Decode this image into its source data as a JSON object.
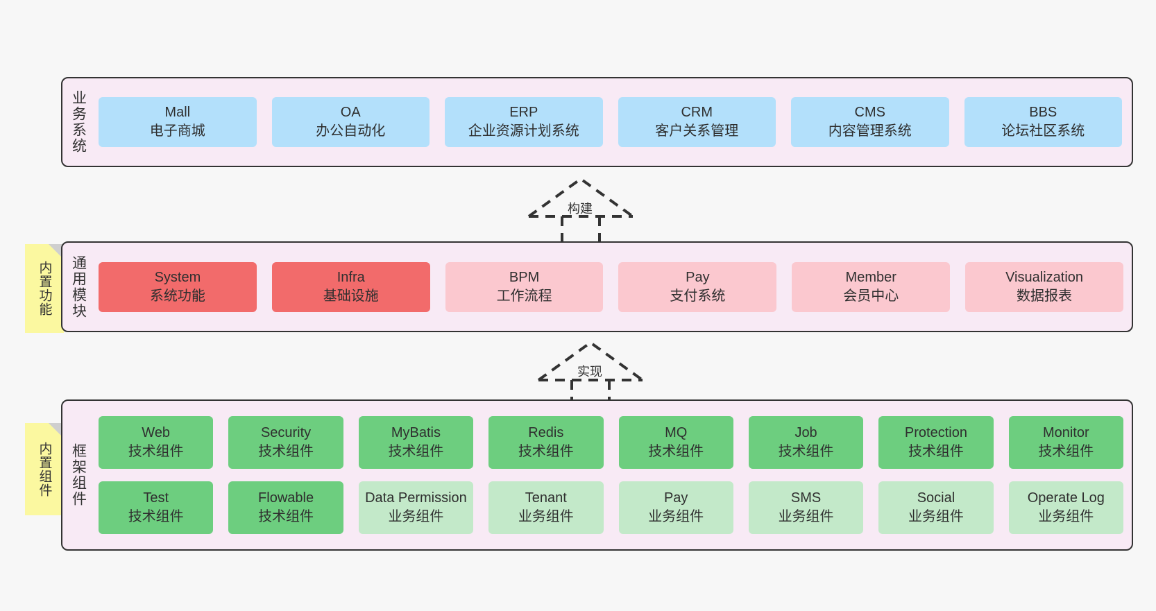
{
  "diagram": {
    "title": "ruoyi-vue-pro architecture layers",
    "colors": {
      "background": "#f7f7f7",
      "layer_fill": "#f8eaf5",
      "layer_border": "#333333",
      "business_node": "#b3e0fb",
      "core_module": "#f26b6b",
      "optional_module": "#fbc8cf",
      "tech_component": "#6dce7f",
      "business_component": "#c3e9c9",
      "note_fill": "#fbf8a0",
      "note_fold": "#cfcfcf"
    }
  },
  "layers": [
    {
      "id": "business",
      "title": "业务系统",
      "rows": [
        {
          "nodes": [
            {
              "en": "Mall",
              "cn": "电子商城",
              "style": "n-blue"
            },
            {
              "en": "OA",
              "cn": "办公自动化",
              "style": "n-blue"
            },
            {
              "en": "ERP",
              "cn": "企业资源计划系统",
              "style": "n-blue"
            },
            {
              "en": "CRM",
              "cn": "客户关系管理",
              "style": "n-blue"
            },
            {
              "en": "CMS",
              "cn": "内容管理系统",
              "style": "n-blue"
            },
            {
              "en": "BBS",
              "cn": "论坛社区系统",
              "style": "n-blue"
            }
          ]
        }
      ]
    },
    {
      "id": "common",
      "title": "通用模块",
      "note": "内置功能",
      "rows": [
        {
          "nodes": [
            {
              "en": "System",
              "cn": "系统功能",
              "style": "n-red"
            },
            {
              "en": "Infra",
              "cn": "基础设施",
              "style": "n-red"
            },
            {
              "en": "BPM",
              "cn": "工作流程",
              "style": "n-pink"
            },
            {
              "en": "Pay",
              "cn": "支付系统",
              "style": "n-pink"
            },
            {
              "en": "Member",
              "cn": "会员中心",
              "style": "n-pink"
            },
            {
              "en": "Visualization",
              "cn": "数据报表",
              "style": "n-pink"
            }
          ]
        }
      ]
    },
    {
      "id": "framework",
      "title": "框架组件",
      "note": "内置组件",
      "rows": [
        {
          "nodes": [
            {
              "en": "Web",
              "cn": "技术组件",
              "style": "n-green"
            },
            {
              "en": "Security",
              "cn": "技术组件",
              "style": "n-green"
            },
            {
              "en": "MyBatis",
              "cn": "技术组件",
              "style": "n-green"
            },
            {
              "en": "Redis",
              "cn": "技术组件",
              "style": "n-green"
            },
            {
              "en": "MQ",
              "cn": "技术组件",
              "style": "n-green"
            },
            {
              "en": "Job",
              "cn": "技术组件",
              "style": "n-green"
            },
            {
              "en": "Protection",
              "cn": "技术组件",
              "style": "n-green"
            },
            {
              "en": "Monitor",
              "cn": "技术组件",
              "style": "n-green"
            }
          ]
        },
        {
          "nodes": [
            {
              "en": "Test",
              "cn": "技术组件",
              "style": "n-green"
            },
            {
              "en": "Flowable",
              "cn": "技术组件",
              "style": "n-green"
            },
            {
              "en": "Data Permission",
              "cn": "业务组件",
              "style": "n-lightgreen",
              "wrap": true
            },
            {
              "en": "Tenant",
              "cn": "业务组件",
              "style": "n-lightgreen"
            },
            {
              "en": "Pay",
              "cn": "业务组件",
              "style": "n-lightgreen"
            },
            {
              "en": "SMS",
              "cn": "业务组件",
              "style": "n-lightgreen"
            },
            {
              "en": "Social",
              "cn": "业务组件",
              "style": "n-lightgreen"
            },
            {
              "en": "Operate Log",
              "cn": "业务组件",
              "style": "n-lightgreen"
            }
          ]
        }
      ]
    }
  ],
  "connectors": [
    {
      "id": "build",
      "label": "构建",
      "from": "common",
      "to": "business"
    },
    {
      "id": "impl",
      "label": "实现",
      "from": "framework",
      "to": "common"
    }
  ]
}
